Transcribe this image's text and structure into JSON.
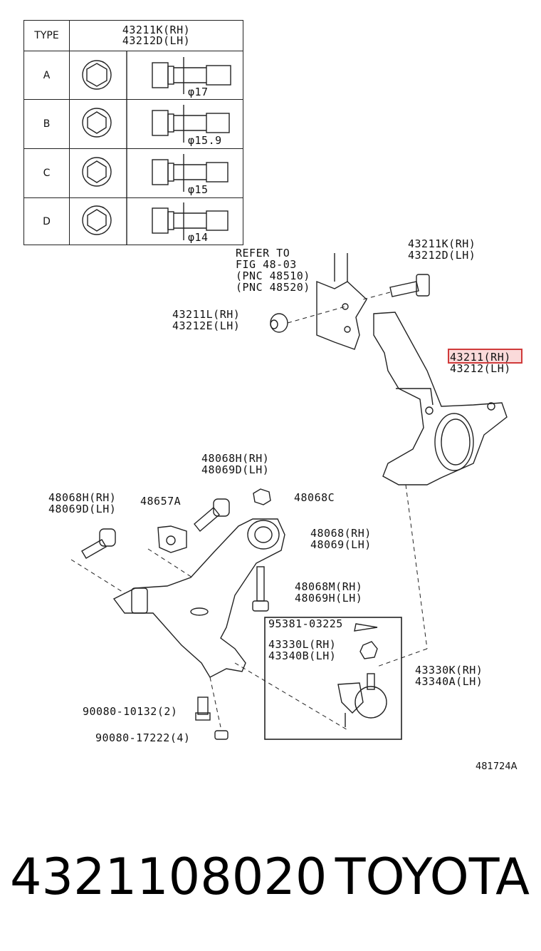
{
  "table": {
    "type_header": "TYPE",
    "header_line1": "43211K(RH)",
    "header_line2": "43212D(LH)",
    "rows": [
      {
        "type": "A",
        "dia": "φ17"
      },
      {
        "type": "B",
        "dia": "φ15.9"
      },
      {
        "type": "C",
        "dia": "φ15"
      },
      {
        "type": "D",
        "dia": "φ14"
      }
    ]
  },
  "labels": {
    "refer": [
      "REFER TO",
      "FIG 48-03",
      "(PNC 48510)",
      "(PNC 48520)"
    ],
    "bolt_top": [
      "43211K(RH)",
      "43212D(LH)"
    ],
    "nut_left": [
      "43211L(RH)",
      "43212E(LH)"
    ],
    "knuckle": [
      "43211(RH)",
      "43212(LH)"
    ],
    "bolt_mid": [
      "48068H(RH)",
      "48069D(LH)"
    ],
    "bolt_left": [
      "48068H(RH)",
      "48069D(LH)"
    ],
    "bracket": "48657A",
    "nut_mid": "48068C",
    "arm": [
      "48068(RH)",
      "48069(LH)"
    ],
    "bolt_arm": [
      "48068M(RH)",
      "48069H(LH)"
    ],
    "pin": "95381-03225",
    "nut_ball": [
      "43330L(RH)",
      "43340B(LH)"
    ],
    "ball_joint": [
      "43330K(RH)",
      "43340A(LH)"
    ],
    "bolt_small1": "90080-10132(2)",
    "bolt_small2": "90080-17222(4)",
    "diagram_ref": "481724A"
  },
  "footer": {
    "part_number": "4321108020",
    "brand": "TOYOTA"
  },
  "colors": {
    "highlight": "#d03a3a",
    "ink": "#111111"
  }
}
